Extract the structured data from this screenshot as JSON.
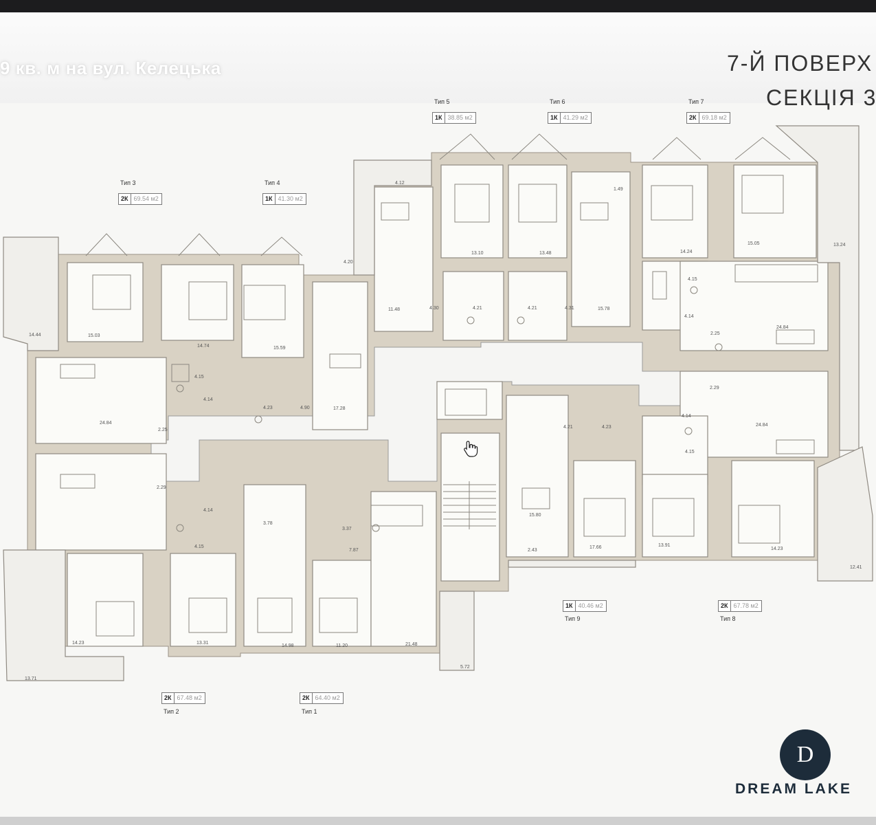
{
  "banner": {
    "caption": "9 кв. м на вул. Келецька",
    "floor_title": "7-Й ПОВЕРХ",
    "section_title": "СЕКЦІЯ 3"
  },
  "apartments": [
    {
      "type_label": "Тип 5",
      "rooms": "1К",
      "sqm": "38.85 м2"
    },
    {
      "type_label": "Тип 6",
      "rooms": "1К",
      "sqm": "41.29 м2"
    },
    {
      "type_label": "Тип 7",
      "rooms": "2К",
      "sqm": "69.18 м2"
    },
    {
      "type_label": "Тип 3",
      "rooms": "2К",
      "sqm": "69.54 м2"
    },
    {
      "type_label": "Тип 4",
      "rooms": "1К",
      "sqm": "41.30 м2"
    },
    {
      "type_label": "Тип 9",
      "rooms": "1К",
      "sqm": "40.46 м2"
    },
    {
      "type_label": "Тип 8",
      "rooms": "2К",
      "sqm": "67.78 м2"
    },
    {
      "type_label": "Тип 2",
      "rooms": "2К",
      "sqm": "67.48 м2"
    },
    {
      "type_label": "Тип 1",
      "rooms": "2К",
      "sqm": "64.40 м2"
    }
  ],
  "room_areas": [
    "4.12",
    "13.10",
    "13.48",
    "1.49",
    "14.24",
    "15.05",
    "13.24",
    "11.48",
    "4.30",
    "4.21",
    "4.21",
    "4.31",
    "15.78",
    "4.15",
    "24.84",
    "4.14",
    "2.25",
    "4.20",
    "15.03",
    "14.74",
    "15.59",
    "14.44",
    "4.15",
    "4.14",
    "4.23",
    "4.90",
    "17.28",
    "24.84",
    "2.25",
    "2.29",
    "4.21",
    "4.23",
    "4.14",
    "4.15",
    "24.84",
    "2.29",
    "4.14",
    "3.78",
    "3.37",
    "7.87",
    "4.15",
    "15.80",
    "2.43",
    "17.66",
    "13.91",
    "14.23",
    "12.41",
    "14.23",
    "13.31",
    "14.98",
    "11.20",
    "21.48",
    "5.72",
    "13.71"
  ],
  "logo": {
    "mark": "D",
    "name": "DREAM LAKE"
  },
  "icons": {
    "cursor": "hand-pointer-icon"
  }
}
